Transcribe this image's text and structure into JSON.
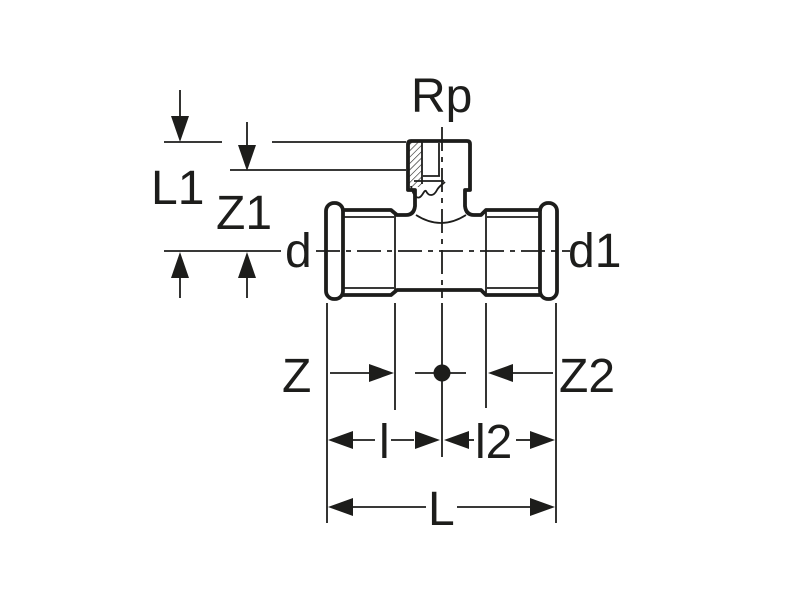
{
  "drawing": {
    "type": "technical-dimension-drawing",
    "subject": "press-fit tee fitting with female threaded branch",
    "colors": {
      "background": "#ffffff",
      "line": "#1d1d1b"
    },
    "labels": {
      "rp": "Rp",
      "l1": "L1",
      "z1": "Z1",
      "d": "d",
      "d1": "d1",
      "z": "Z",
      "z2": "Z2",
      "l_small": "l",
      "l2": "l2",
      "L_total": "L"
    }
  }
}
